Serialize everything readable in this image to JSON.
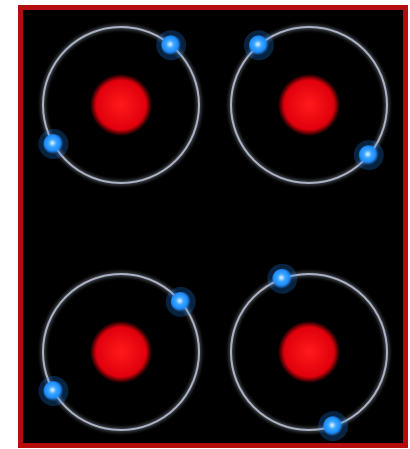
{
  "scene": {
    "frame_color": "#b50d0d",
    "background_color": "#000000",
    "orbit_color": "#c8d2e6",
    "nucleus_color": "#e0000c",
    "electron_color": "#1e8cff",
    "atoms": [
      {
        "name": "atom-top-left",
        "electrons_deg": [
          -50,
          150
        ]
      },
      {
        "name": "atom-top-right",
        "electrons_deg": [
          -130,
          40
        ]
      },
      {
        "name": "atom-bottom-left",
        "electrons_deg": [
          -40,
          150
        ]
      },
      {
        "name": "atom-bottom-right",
        "electrons_deg": [
          -110,
          72
        ]
      }
    ]
  }
}
